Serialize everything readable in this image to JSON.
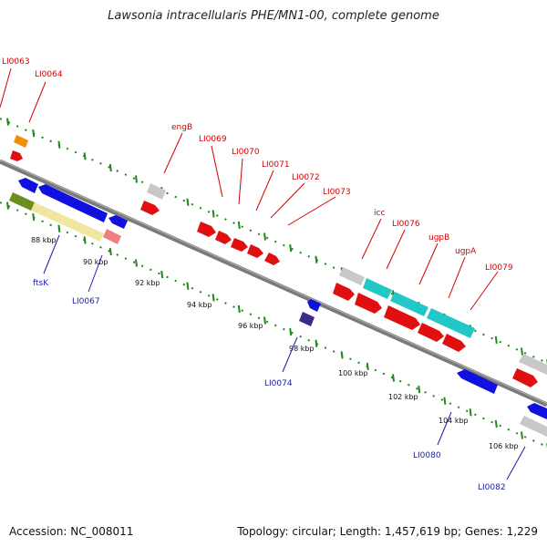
{
  "title": "Lawsonia intracellularis PHE/MN1-00, complete genome",
  "footer": {
    "accession": "Accession: NC_008011",
    "summary": "Topology: circular; Length: 1,457,619 bp; Genes: 1,229"
  },
  "colors": {
    "backbone": "#7a7a7a",
    "forward_label": "#d40000",
    "reverse_label": "#1a1aa8",
    "tick_green": "#1a8a1a"
  },
  "scale_labels": [
    "88 kbp",
    "90 kbp",
    "92 kbp",
    "94 kbp",
    "96 kbp",
    "98 kbp",
    "100 kbp",
    "102 kbp",
    "104 kbp",
    "106 kbp"
  ],
  "forward_gene_labels": [
    "LI0063",
    "LI0064",
    "engB",
    "LI0069",
    "LI0070",
    "LI0071",
    "LI0072",
    "LI0073",
    "icc",
    "LI0076",
    "ugpB",
    "ugpA",
    "LI0079"
  ],
  "reverse_gene_labels": [
    "ftsK",
    "LI0067",
    "LI0074",
    "LI0080",
    "LI0082"
  ]
}
